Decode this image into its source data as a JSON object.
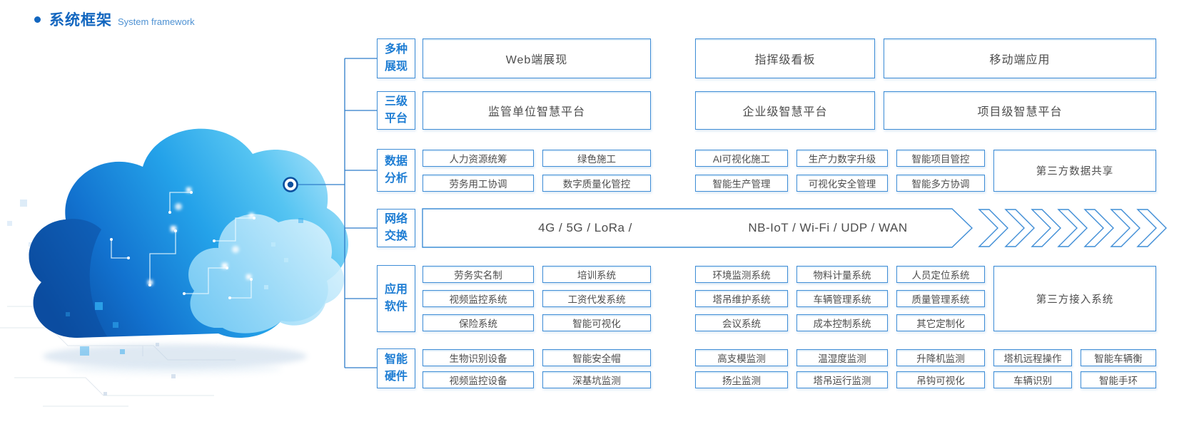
{
  "header": {
    "title_zh": "系统框架",
    "title_en": "System framework"
  },
  "colors": {
    "accent": "#1266bf",
    "box_border": "#3f8dd6",
    "box_text": "#4d4d4d",
    "line": "#2e7cc9"
  },
  "framework": {
    "rows": [
      {
        "label": "多种\n展现",
        "boxes": [
          "Web端展现",
          "指挥级看板",
          "移动端应用"
        ]
      },
      {
        "label": "三级\n平台",
        "boxes": [
          "监管单位智慧平台",
          "企业级智慧平台",
          "项目级智慧平台"
        ]
      },
      {
        "label": "数据\n分析",
        "grid": [
          [
            "人力资源统筹",
            "绿色施工",
            "AI可视化施工",
            "生产力数字升级",
            "智能项目管控"
          ],
          [
            "劳务用工协调",
            "数字质量化管控",
            "智能生产管理",
            "可视化安全管理",
            "智能多方协调"
          ]
        ],
        "side": "第三方数据共享"
      },
      {
        "label": "网络\n交换",
        "left_text": "4G / 5G / LoRa /",
        "right_text": "NB-IoT / Wi-Fi / UDP / WAN"
      },
      {
        "label": "应用\n软件",
        "grid": [
          [
            "劳务实名制",
            "培训系统",
            "环境监测系统",
            "物料计量系统",
            "人员定位系统"
          ],
          [
            "视频监控系统",
            "工资代发系统",
            "塔吊维护系统",
            "车辆管理系统",
            "质量管理系统"
          ],
          [
            "保险系统",
            "智能可视化",
            "会议系统",
            "成本控制系统",
            "其它定制化"
          ]
        ],
        "side": "第三方接入系统"
      },
      {
        "label": "智能\n硬件",
        "grid": [
          [
            "生物识别设备",
            "智能安全帽",
            "高支模监测",
            "温湿度监测",
            "升降机监测",
            "塔机远程操作",
            "智能车辆衡"
          ],
          [
            "视频监控设备",
            "深基坑监测",
            "扬尘监测",
            "塔吊运行监测",
            "吊钩可视化",
            "车辆识别",
            "智能手环"
          ]
        ]
      }
    ]
  }
}
